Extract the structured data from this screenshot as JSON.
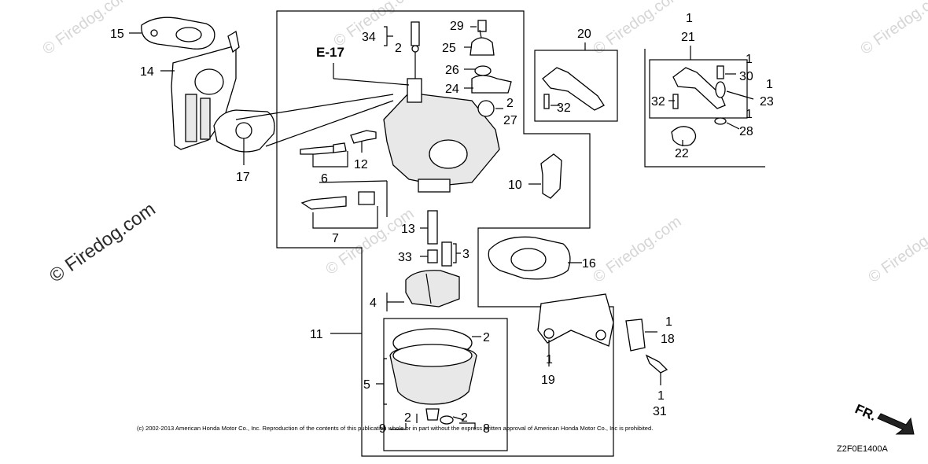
{
  "watermark": {
    "small": "© Firedog.com",
    "large": "© Firedog.com"
  },
  "labels": {
    "ref_e17": "E-17",
    "p1": "1",
    "p2": "2",
    "p3": "3",
    "p4": "4",
    "p5": "5",
    "p6": "6",
    "p7": "7",
    "p8": "8",
    "p9": "9",
    "p10": "10",
    "p11": "11",
    "p12": "12",
    "p13": "13",
    "p14": "14",
    "p15": "15",
    "p16": "16",
    "p17": "17",
    "p18": "18",
    "p19": "19",
    "p20": "20",
    "p21": "21",
    "p22": "22",
    "p23": "23",
    "p24": "24",
    "p25": "25",
    "p26": "26",
    "p27": "27",
    "p28": "28",
    "p29": "29",
    "p30": "30",
    "p31": "31",
    "p32": "32",
    "p33": "33",
    "p34": "34",
    "front": "FR."
  },
  "footer": {
    "copyright": "(c) 2002-2013 American Honda Motor Co., Inc. Reproduction of the contents of this publication whole or in part without the express written approval of American Honda Motor Co., Inc is prohibited.",
    "diagram_code": "Z2F0E1400A"
  }
}
